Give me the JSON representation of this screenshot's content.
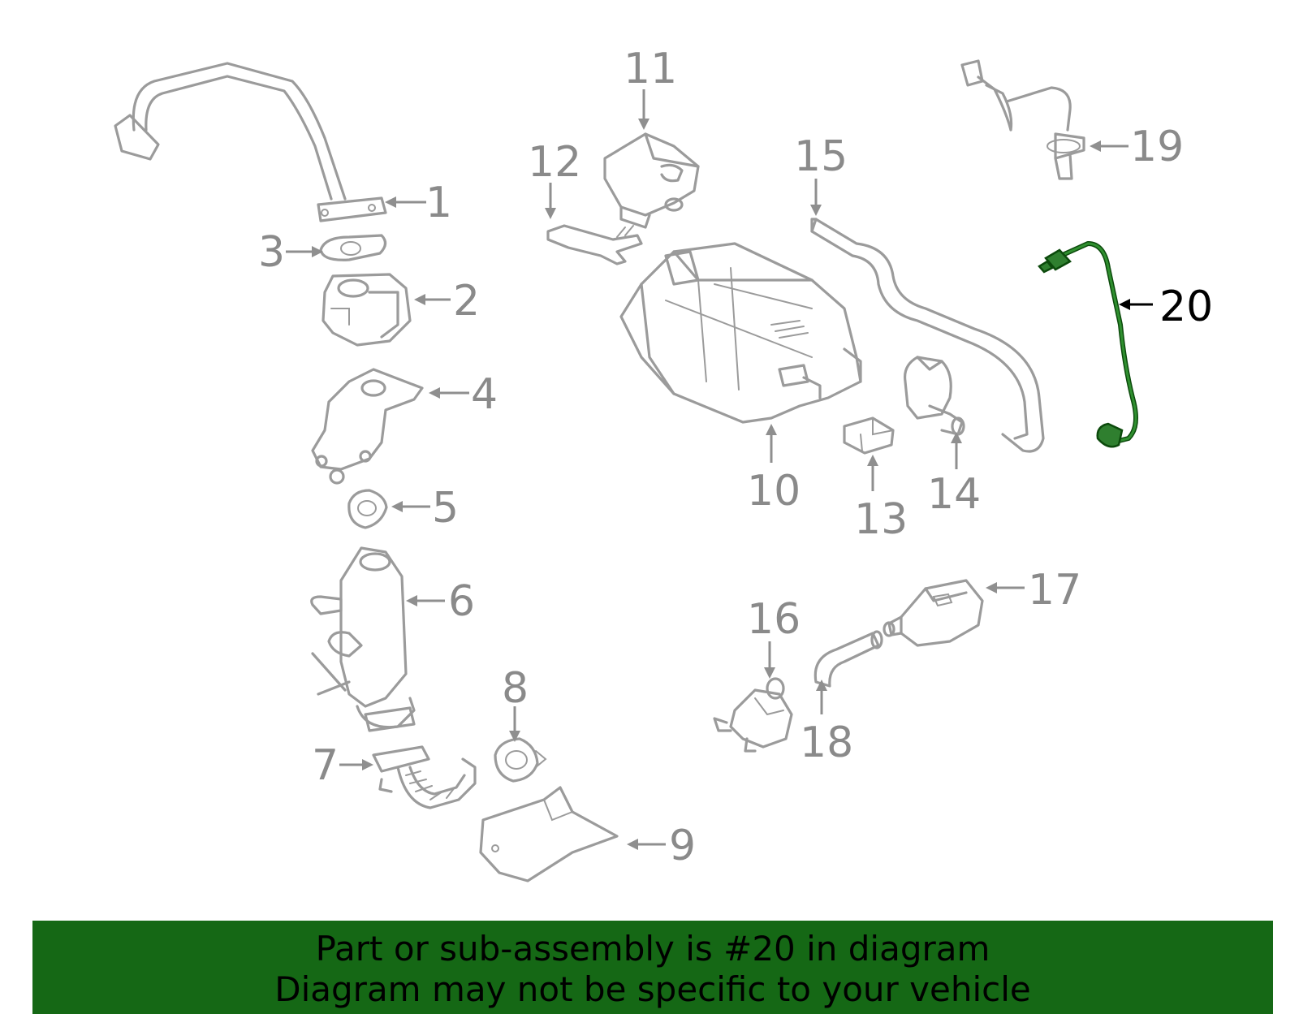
{
  "diagram": {
    "callouts": [
      "1",
      "2",
      "3",
      "4",
      "5",
      "6",
      "7",
      "8",
      "9",
      "10",
      "11",
      "12",
      "13",
      "14",
      "15",
      "16",
      "17",
      "18",
      "19",
      "20"
    ],
    "highlighted_part": "20",
    "colors": {
      "part_stroke": "#9b9b9b",
      "highlight": "#2f7f2f",
      "banner_bg": "#156815",
      "text": "#000000"
    }
  },
  "banner": {
    "line1": "Part or sub-assembly is #20 in diagram",
    "line2": "Diagram may not be specific to your vehicle"
  }
}
